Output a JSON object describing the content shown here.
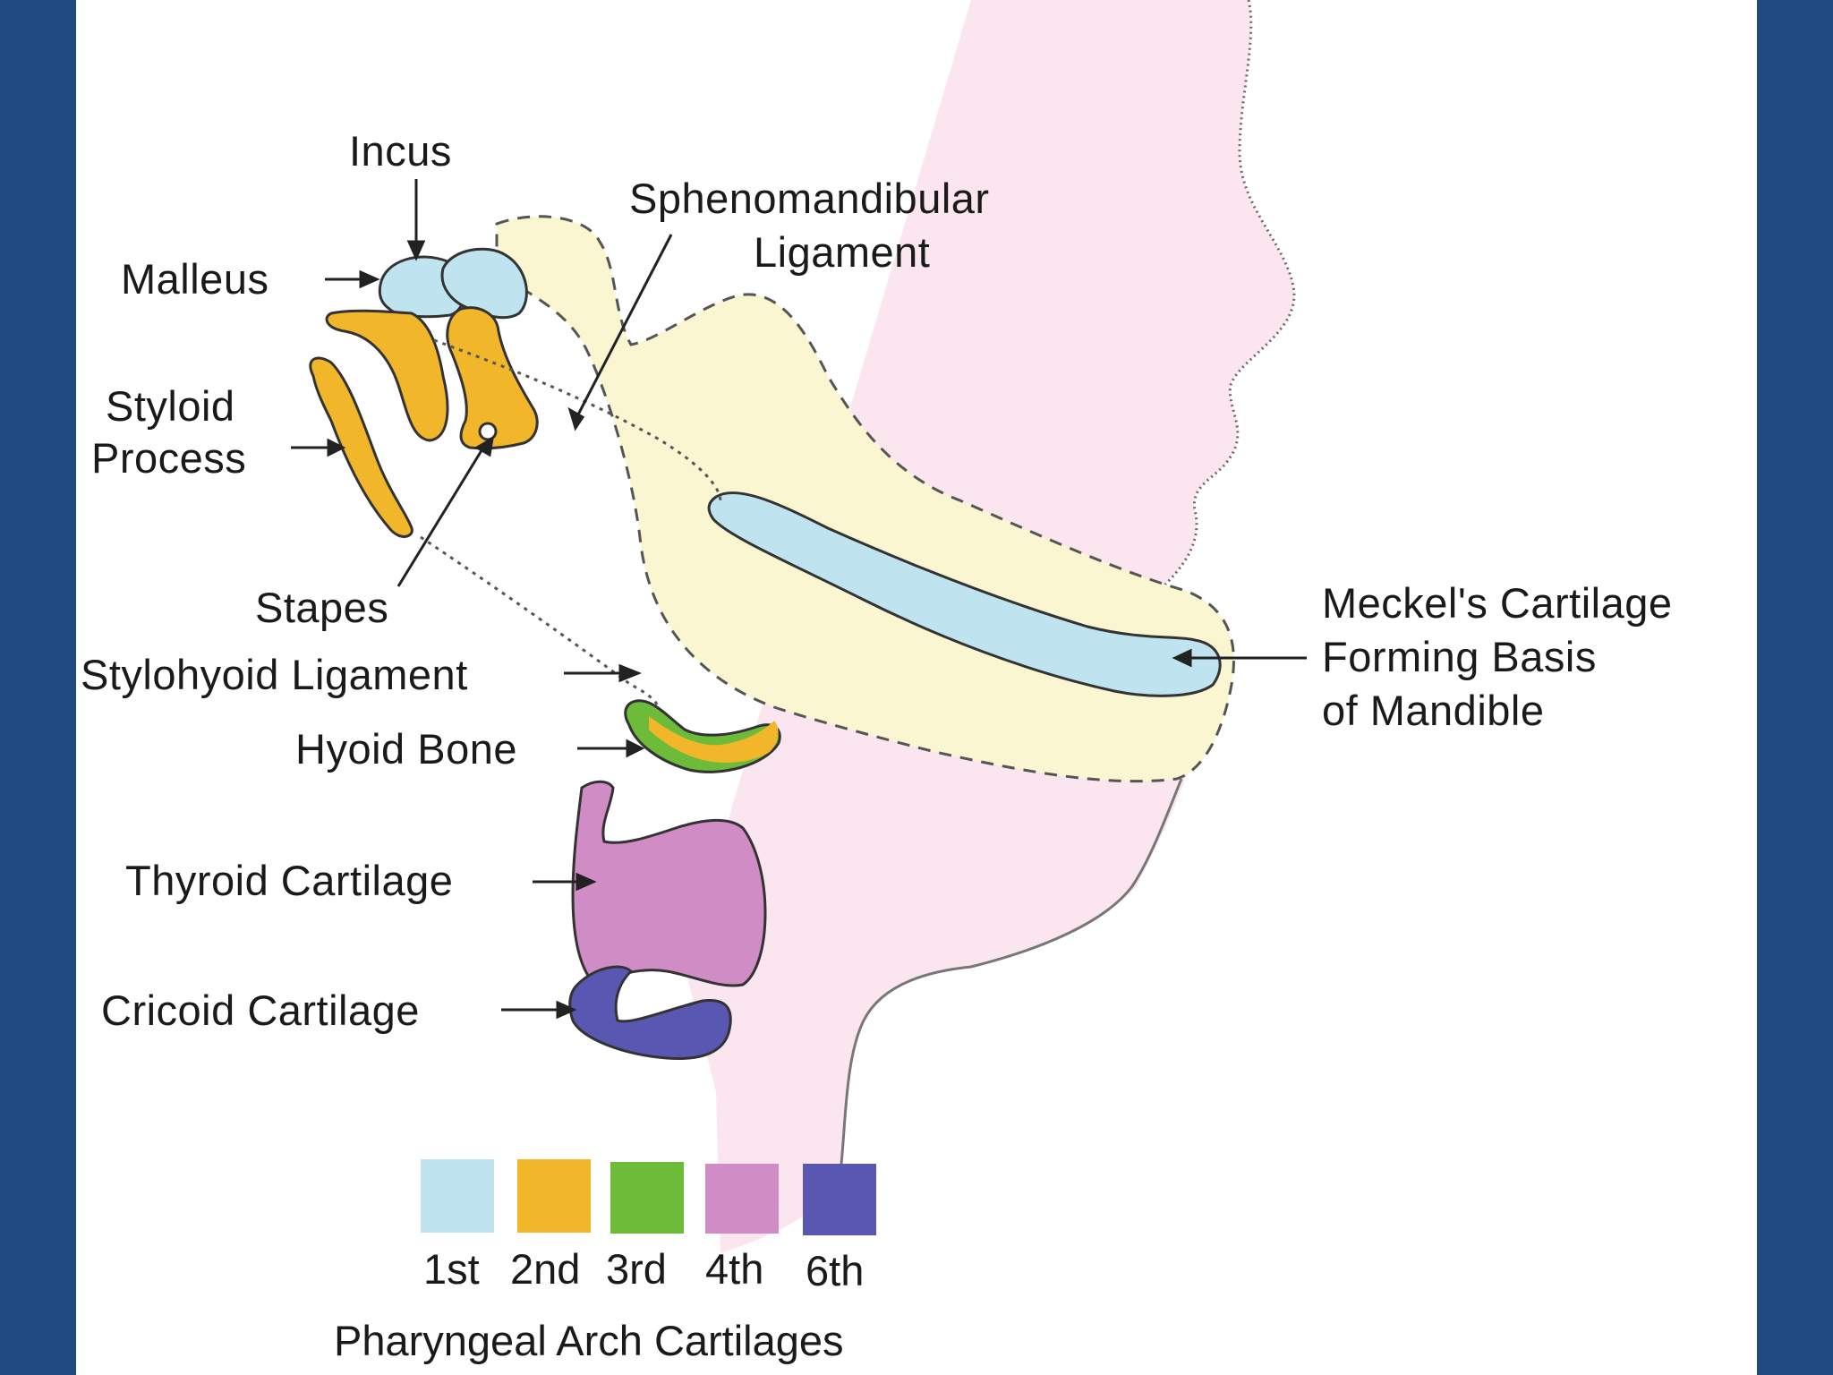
{
  "labels": {
    "incus": "Incus",
    "malleus": "Malleus",
    "sphenomandibular_1": "Sphenomandibular",
    "sphenomandibular_2": "Ligament",
    "styloid_1": "Styloid",
    "styloid_2": "Process",
    "stapes": "Stapes",
    "stylohyoid": "Stylohyoid Ligament",
    "hyoid": "Hyoid Bone",
    "thyroid": "Thyroid Cartilage",
    "cricoid": "Cricoid Cartilage",
    "meckel_1": "Meckel's Cartilage",
    "meckel_2": "Forming Basis",
    "meckel_3": "of Mandible"
  },
  "legend": {
    "title": "Pharyngeal Arch Cartilages",
    "items": [
      {
        "label": "1st",
        "color": "#bfe3ef"
      },
      {
        "label": "2nd",
        "color": "#f2b62a"
      },
      {
        "label": "3rd",
        "color": "#6cbc3a"
      },
      {
        "label": "4th",
        "color": "#d08cc4"
      },
      {
        "label": "6th",
        "color": "#5a57b2"
      }
    ]
  },
  "colors": {
    "slide_frame": "#1f4a80",
    "face": "#fbe6ef",
    "mandible_region": "#fbf6d2"
  }
}
